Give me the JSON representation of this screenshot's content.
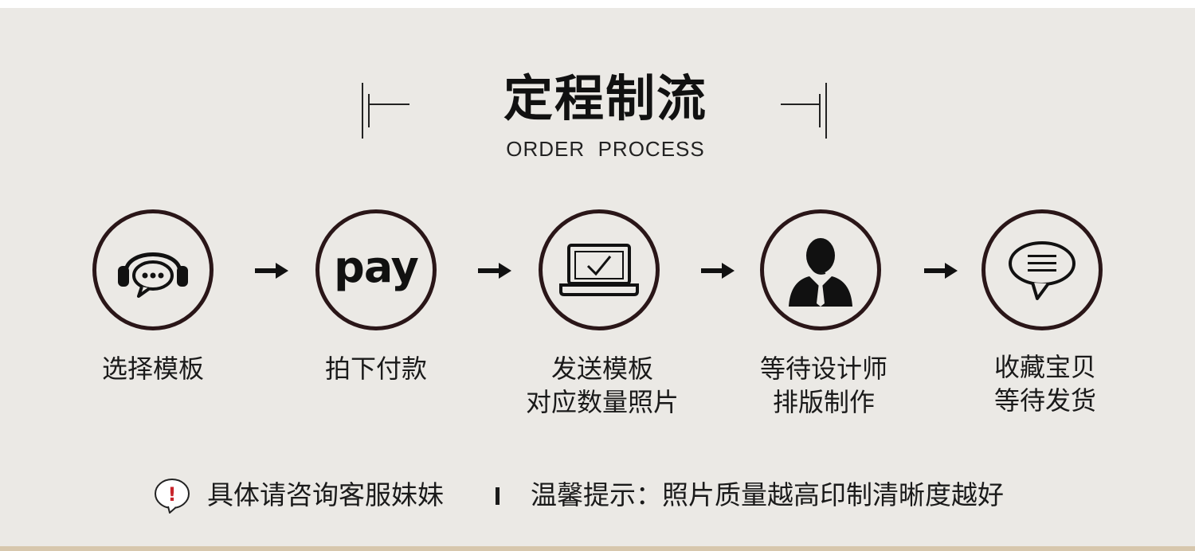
{
  "header": {
    "title": "定程制流",
    "subtitle": "ORDER  PROCESS"
  },
  "steps": [
    {
      "icon": "headset-chat-icon",
      "line1": "选择模板",
      "line2": ""
    },
    {
      "icon": "pay-logo-icon",
      "line1": "拍下付款",
      "line2": ""
    },
    {
      "icon": "laptop-check-icon",
      "line1": "发送模板",
      "line2": "对应数量照片"
    },
    {
      "icon": "designer-person-icon",
      "line1": "等待设计师",
      "line2": "排版制作"
    },
    {
      "icon": "speech-bubble-icon",
      "line1": "收藏宝贝",
      "line2": "等待发货"
    }
  ],
  "pay_icon_text": "pay",
  "footer": {
    "notice": "具体请咨询客服妹妹",
    "tip": "温馨提示：照片质量越高印制清晰度越好",
    "notice_icon_glyph": "!"
  },
  "colors": {
    "background": "#ebe9e5",
    "circle_border": "#2a1618",
    "notice_accent": "#c8242b"
  }
}
